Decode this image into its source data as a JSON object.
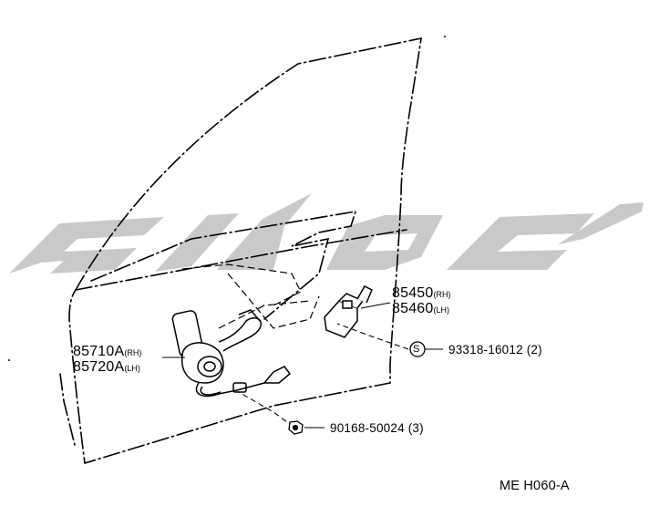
{
  "watermark": {
    "color": "#c9c9c9",
    "shape_icon": "stylized-watermark-logo"
  },
  "parts": {
    "regulator": {
      "rh_number": "85710A",
      "rh_suffix": "(RH)",
      "lh_number": "85720A",
      "lh_suffix": "(LH)"
    },
    "switch": {
      "rh_number": "85450",
      "rh_suffix": "(RH)",
      "lh_number": "85460",
      "lh_suffix": "(LH)"
    },
    "screw": {
      "symbol": "S",
      "part_number": "93318-16012",
      "qty": "(2)"
    },
    "bolt": {
      "part_number": "90168-50024",
      "qty": "(3)"
    }
  },
  "diagram_code": "ME H060-A"
}
